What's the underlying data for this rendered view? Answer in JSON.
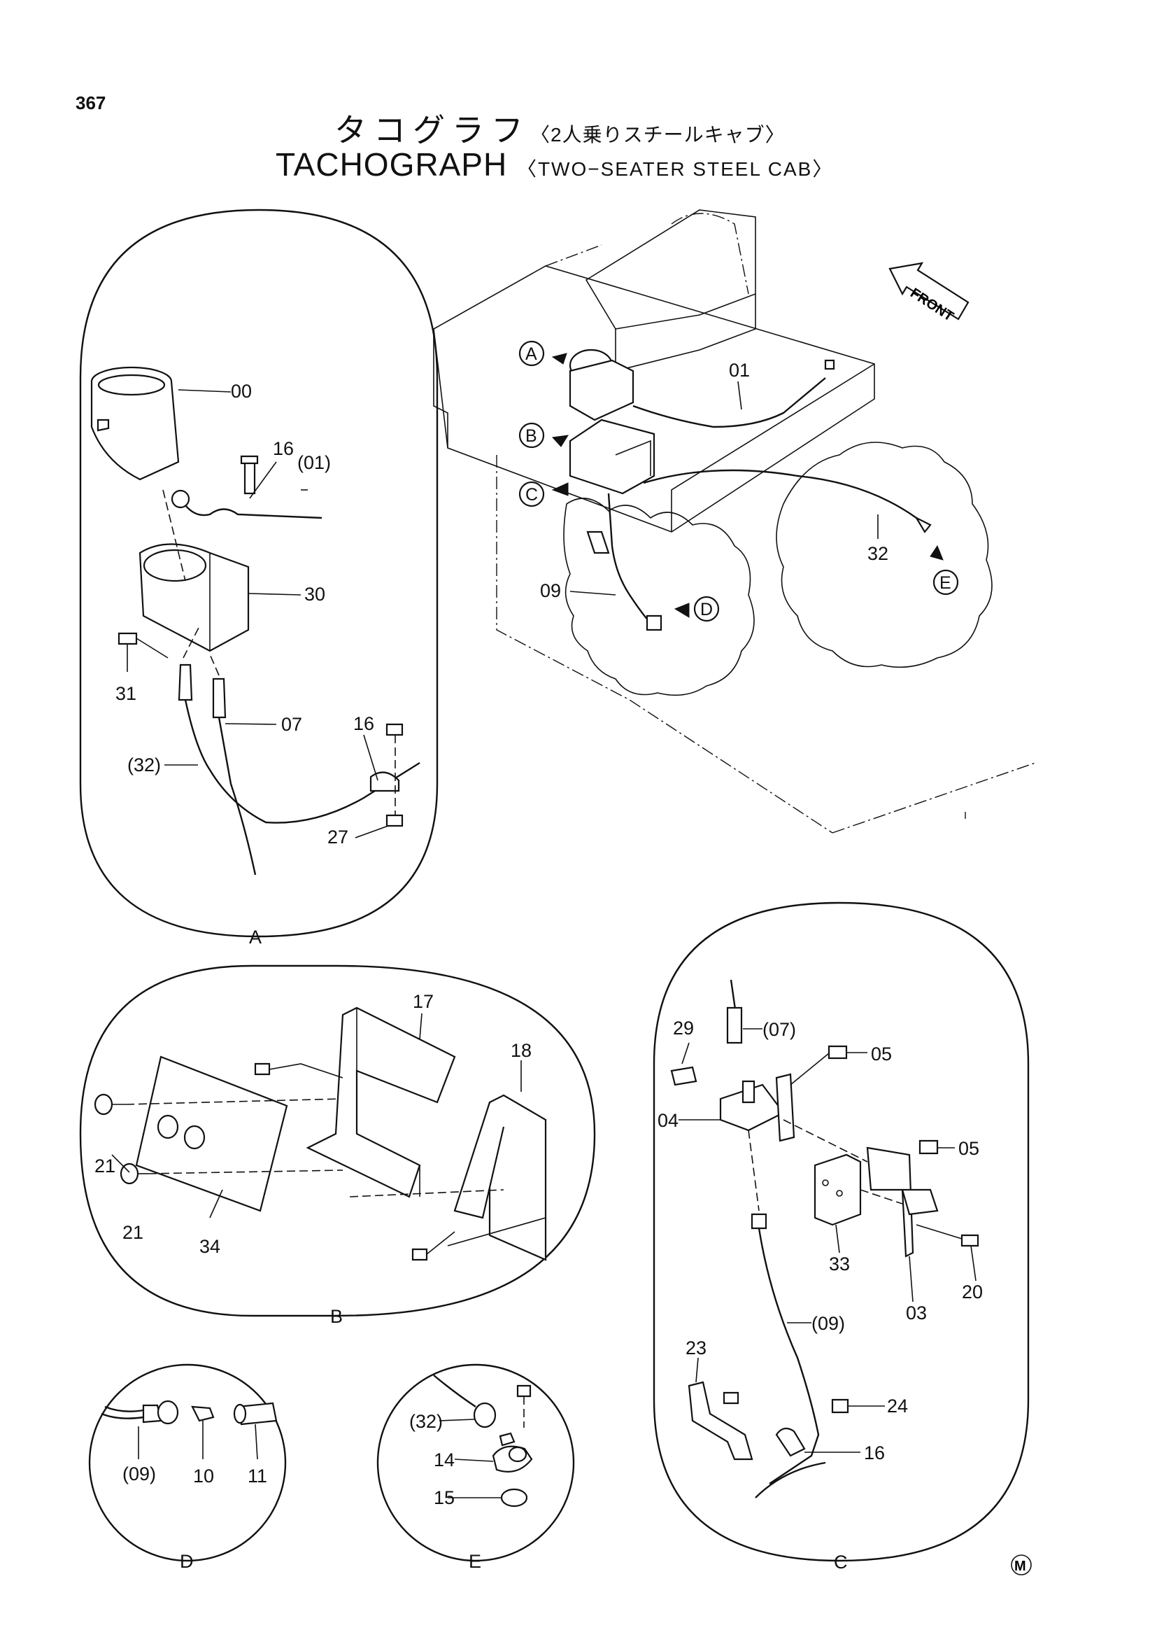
{
  "page_number": "367",
  "title_jp": {
    "main": "タコグラフ",
    "sub": "〈2人乗りスチールキャブ〉"
  },
  "title_en": {
    "main": "TACHOGRAPH",
    "sub": "〈TWO−SEATER STEEL CAB〉"
  },
  "front_label": "FRONT",
  "logo_mark": "M",
  "callouts": [
    "A",
    "B",
    "C",
    "D",
    "E"
  ],
  "main_view": {
    "labels": {
      "p01": "01",
      "p09": "09",
      "p32": "32"
    }
  },
  "detail_a": {
    "title": "A",
    "labels": {
      "p00": "00",
      "p16a": "16",
      "p01": "(01)",
      "p30": "30",
      "p31": "31",
      "p07": "07",
      "p32": "(32)",
      "p16b": "16",
      "p27": "27"
    }
  },
  "detail_b": {
    "title": "B",
    "labels": {
      "p17": "17",
      "p18": "18",
      "p21a": "21",
      "p21b": "21",
      "p34": "34"
    }
  },
  "detail_c": {
    "title": "C",
    "labels": {
      "p29": "29",
      "p07": "(07)",
      "p05a": "05",
      "p04": "04",
      "p05b": "05",
      "p33": "33",
      "p03": "03",
      "p20": "20",
      "p09": "(09)",
      "p23": "23",
      "p24": "24",
      "p16": "16"
    }
  },
  "detail_d": {
    "title": "D",
    "labels": {
      "p09": "(09)",
      "p10": "10",
      "p11": "11"
    }
  },
  "detail_e": {
    "title": "E",
    "labels": {
      "p32": "(32)",
      "p14": "14",
      "p15": "15"
    }
  }
}
